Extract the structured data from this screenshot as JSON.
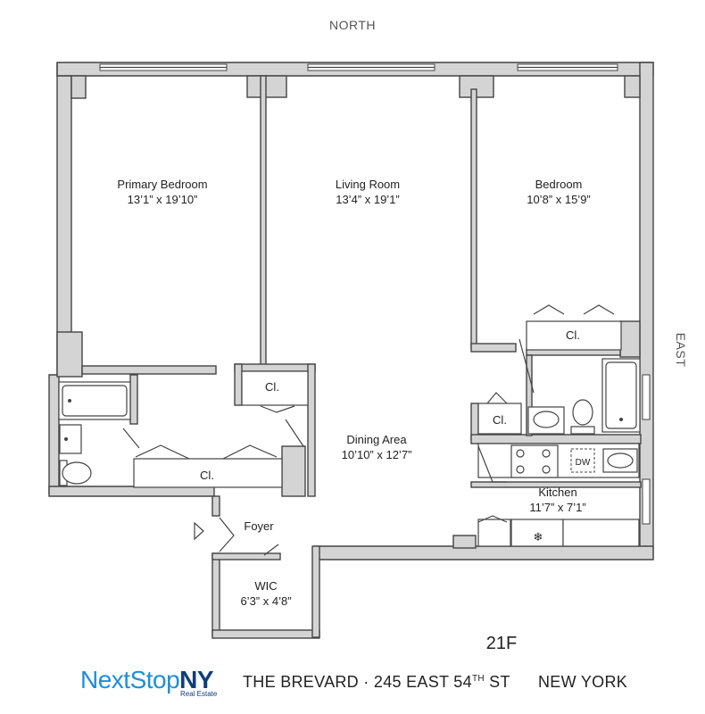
{
  "compass": {
    "north": "NORTH",
    "east": "EAST"
  },
  "unit": "21F",
  "rooms": {
    "primary_bedroom": {
      "name": "Primary Bedroom",
      "size": "13’1” x 19’10”"
    },
    "living_room": {
      "name": "Living Room",
      "size": "13’4” x 19’1”"
    },
    "bedroom": {
      "name": "Bedroom",
      "size": "10’8” x 15’9”"
    },
    "dining_area": {
      "name": "Dining Area",
      "size": "10’10” x 12’7”"
    },
    "kitchen": {
      "name": "Kitchen",
      "size": "11’7” x 7’1”"
    },
    "foyer": {
      "name": "Foyer"
    },
    "wic": {
      "name": "WIC",
      "size": "6’3” x 4’8”"
    }
  },
  "closets": {
    "label": "Cl."
  },
  "appliances": {
    "dishwasher": "DW",
    "fridge_symbol": "❄"
  },
  "footer": {
    "brand_part1": "NextStop",
    "brand_part2": "NY",
    "brand_sub": "Real Estate",
    "building": "THE BREVARD · 245 EAST 54",
    "street_suffix": "TH",
    "street": " ST",
    "city": "NEW YORK"
  }
}
